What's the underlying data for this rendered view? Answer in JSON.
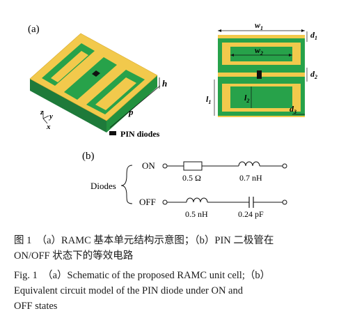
{
  "panel_a": {
    "label": "(a)",
    "dim_h": "h",
    "dim_p": "p",
    "axis_z": "z",
    "axis_y": "y",
    "axis_x": "x",
    "legend": "PIN diodes",
    "dim_w1": "w",
    "dim_w1_sub": "1",
    "dim_w2": "w",
    "dim_w2_sub": "2",
    "dim_d1": "d",
    "dim_d1_sub": "1",
    "dim_d2": "d",
    "dim_d2_sub": "2",
    "dim_d3": "d",
    "dim_d3_sub": "3",
    "dim_l1": "l",
    "dim_l1_sub": "1",
    "dim_l2": "l",
    "dim_l2_sub": "2"
  },
  "panel_b": {
    "label": "(b)",
    "diodes": "Diodes",
    "on": "ON",
    "off": "OFF",
    "on_resistor": "0.5 Ω",
    "on_inductor": "0.7 nH",
    "off_inductor": "0.5 nH",
    "off_capacitor": "0.24 pF"
  },
  "caption": {
    "zh_line1": "图 1　（a）RAMC 基本单元结构示意图；（b）PIN 二极管在",
    "zh_line2": "ON/OFF 状态下的等效电路",
    "en_line1": "Fig. 1　（a）Schematic of the proposed RAMC unit cell;（b）",
    "en_line2": "Equivalent circuit model of the PIN diode under ON and",
    "en_line3": "OFF states"
  },
  "colors": {
    "yellow": "#f2c94c",
    "green": "#27a24a",
    "dark_green": "#1e7a3a",
    "diode": "#111111"
  }
}
